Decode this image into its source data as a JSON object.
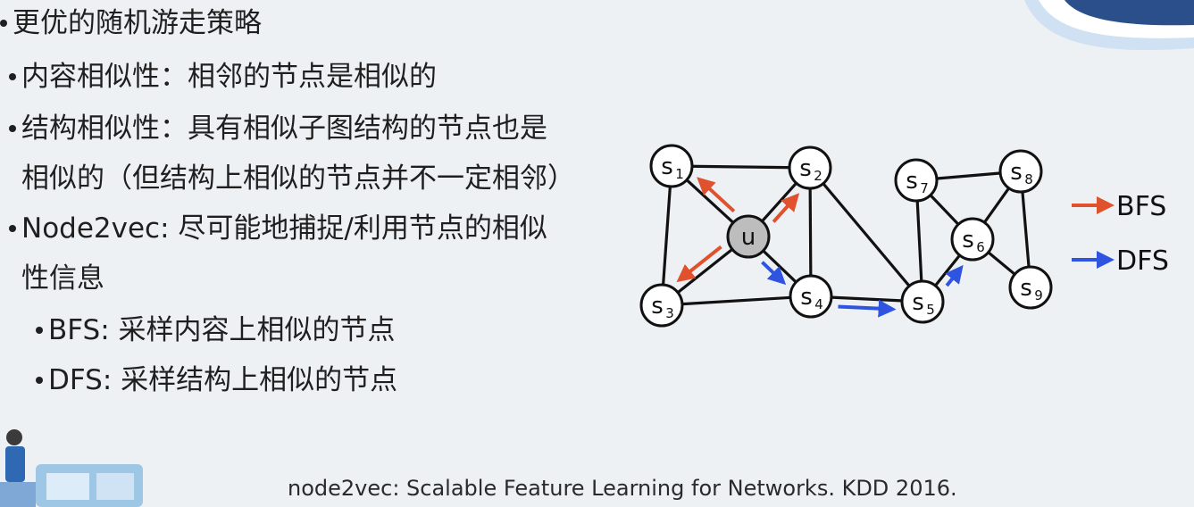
{
  "slide": {
    "title": "更优的随机游走策略",
    "bullets": [
      "内容相似性：相邻的节点是相似的",
      "结构相似性：具有相似子图结构的节点也是",
      "相似的（但结构上相似的节点并不一定相邻）",
      "Node2vec: 尽可能地捕捉/利用节点的相似",
      "性信息",
      "BFS: 采样内容上相似的节点",
      "DFS: 采样结构上相似的节点"
    ],
    "citation": "node2vec: Scalable Feature Learning for Networks. KDD 2016."
  },
  "diagram": {
    "nodes": [
      {
        "id": "s1",
        "base": "s",
        "sub": "1"
      },
      {
        "id": "s2",
        "base": "s",
        "sub": "2"
      },
      {
        "id": "u",
        "base": "u",
        "sub": ""
      },
      {
        "id": "s3",
        "base": "s",
        "sub": "3"
      },
      {
        "id": "s4",
        "base": "s",
        "sub": "4"
      },
      {
        "id": "s5",
        "base": "s",
        "sub": "5"
      },
      {
        "id": "s6",
        "base": "s",
        "sub": "6"
      },
      {
        "id": "s7",
        "base": "s",
        "sub": "7"
      },
      {
        "id": "s8",
        "base": "s",
        "sub": "8"
      },
      {
        "id": "s9",
        "base": "s",
        "sub": "9"
      }
    ],
    "edges": [
      [
        "s1",
        "s2"
      ],
      [
        "s1",
        "u"
      ],
      [
        "s1",
        "s3"
      ],
      [
        "u",
        "s2"
      ],
      [
        "u",
        "s3"
      ],
      [
        "u",
        "s4"
      ],
      [
        "s2",
        "s4"
      ],
      [
        "s2",
        "s5"
      ],
      [
        "s3",
        "s4"
      ],
      [
        "s4",
        "s5"
      ],
      [
        "s5",
        "s6"
      ],
      [
        "s5",
        "s7"
      ],
      [
        "s7",
        "s6"
      ],
      [
        "s7",
        "s8"
      ],
      [
        "s6",
        "s8"
      ],
      [
        "s6",
        "s9"
      ],
      [
        "s8",
        "s9"
      ]
    ],
    "bfs_arrows": [
      [
        "u",
        "s1"
      ],
      [
        "u",
        "s2"
      ],
      [
        "u",
        "s3"
      ]
    ],
    "dfs_arrows": [
      [
        "u",
        "s4"
      ],
      [
        "s4",
        "s5"
      ],
      [
        "s5",
        "s6"
      ]
    ],
    "legend": [
      {
        "label": "BFS",
        "color": "#e0522e"
      },
      {
        "label": "DFS",
        "color": "#2f55e0"
      }
    ],
    "colors": {
      "node_fill": "#ffffff",
      "u_fill": "#bdbdbd",
      "edge": "#111111"
    }
  }
}
